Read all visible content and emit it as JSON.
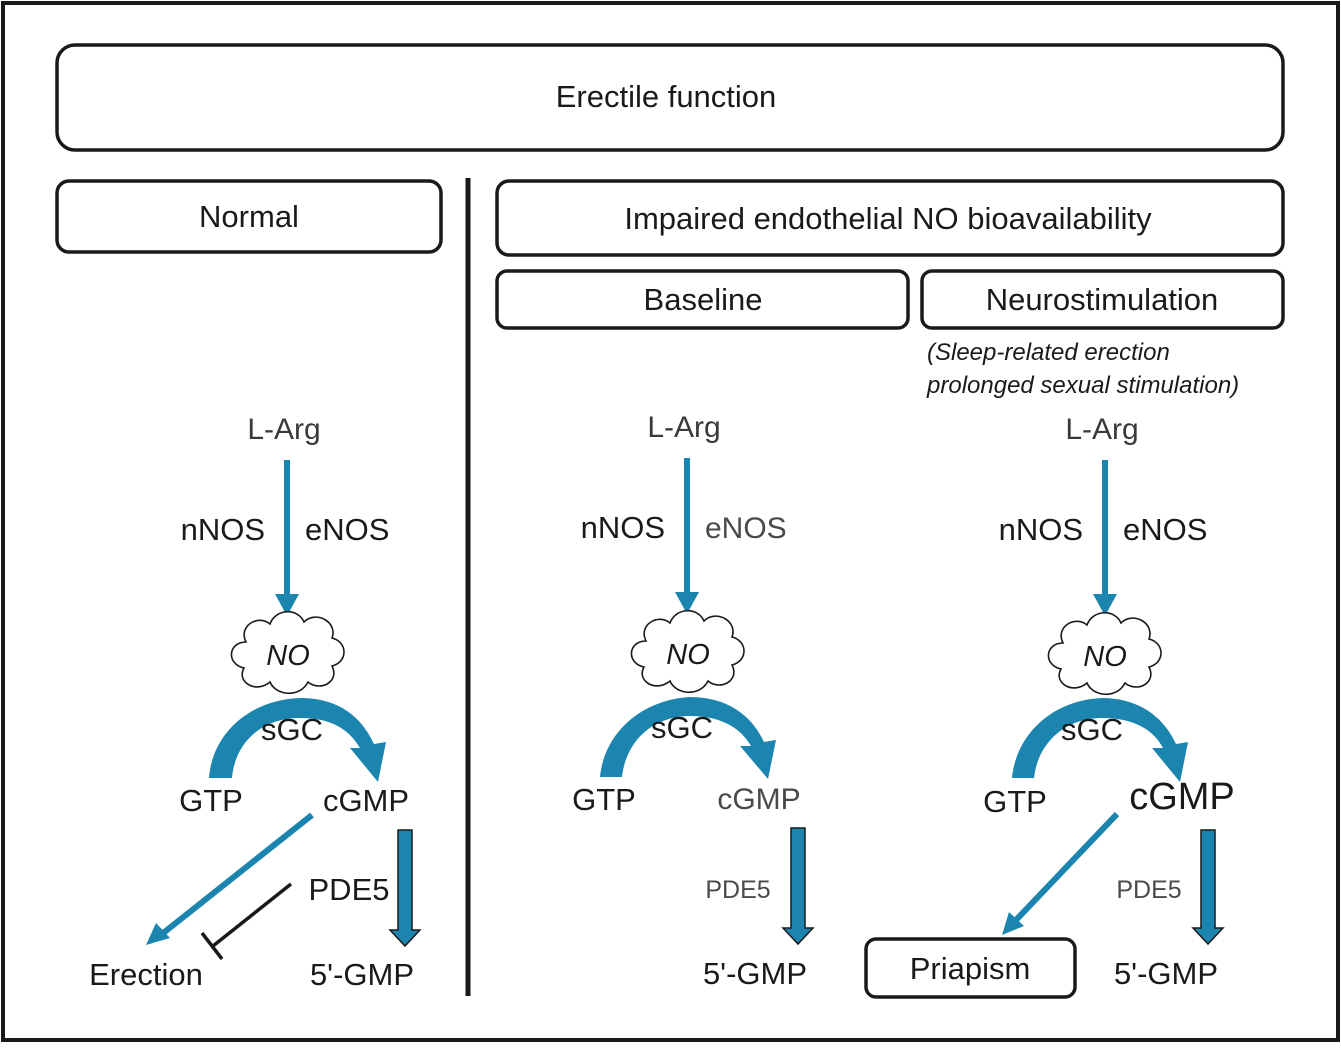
{
  "title": "Erectile function",
  "panels": {
    "normal": {
      "label": "Normal",
      "substrate": "L-Arg",
      "enzyme_left": "nNOS",
      "enzyme_right": "eNOS",
      "no": "NO",
      "sgc": "sGC",
      "gtp": "GTP",
      "cgmp": "cGMP",
      "pde5": "PDE5",
      "product": "5'-GMP",
      "outcome": "Erection"
    },
    "impaired": {
      "label": "Impaired endothelial NO bioavailability",
      "baseline": {
        "label": "Baseline",
        "substrate": "L-Arg",
        "enzyme_left": "nNOS",
        "enzyme_right": "eNOS",
        "no": "NO",
        "sgc": "sGC",
        "gtp": "GTP",
        "cgmp": "cGMP",
        "pde5": "PDE5",
        "product": "5'-GMP"
      },
      "neuro": {
        "label": "Neurostimulation",
        "note_line1": "(Sleep-related erection",
        "note_line2": "prolonged sexual stimulation)",
        "substrate": "L-Arg",
        "enzyme_left": "nNOS",
        "enzyme_right": "eNOS",
        "no": "NO",
        "sgc": "sGC",
        "gtp": "GTP",
        "cgmp": "cGMP",
        "pde5": "PDE5",
        "product": "5'-GMP",
        "outcome": "Priapism"
      }
    }
  },
  "colors": {
    "arrow": "#1b85b0",
    "stroke": "#1a1a1a",
    "faded_text": "#4a4a4a"
  }
}
